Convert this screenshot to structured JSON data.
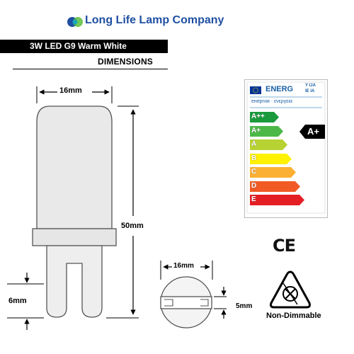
{
  "header": {
    "brand_name": "Long Life Lamp Company",
    "product_title": "3W LED G9 Warm White",
    "section_title": "DIMENSIONS"
  },
  "dimensions": {
    "width_top": "16mm",
    "height": "50mm",
    "pin_length": "6mm",
    "base_width": "16mm",
    "pin_gap": "5mm"
  },
  "energy_label": {
    "title": "ENERG",
    "title_suffix_top": "Y IJA",
    "title_suffix_bottom": "IE IA",
    "subtitle": "енергия · ενεργεια",
    "classes": [
      "A++",
      "A+",
      "A",
      "B",
      "C",
      "D",
      "E"
    ],
    "class_colors": [
      "#1a9a3c",
      "#4cb848",
      "#b7d233",
      "#fff200",
      "#fbb034",
      "#f15a24",
      "#e31e24"
    ],
    "rating": "A+"
  },
  "marks": {
    "ce": "CE",
    "dimming": "Non-Dimmable"
  },
  "colors": {
    "brand_blue": "#1f4fa3",
    "logo_green": "#5cbf3c",
    "logo_teal": "#1aa6b7"
  }
}
